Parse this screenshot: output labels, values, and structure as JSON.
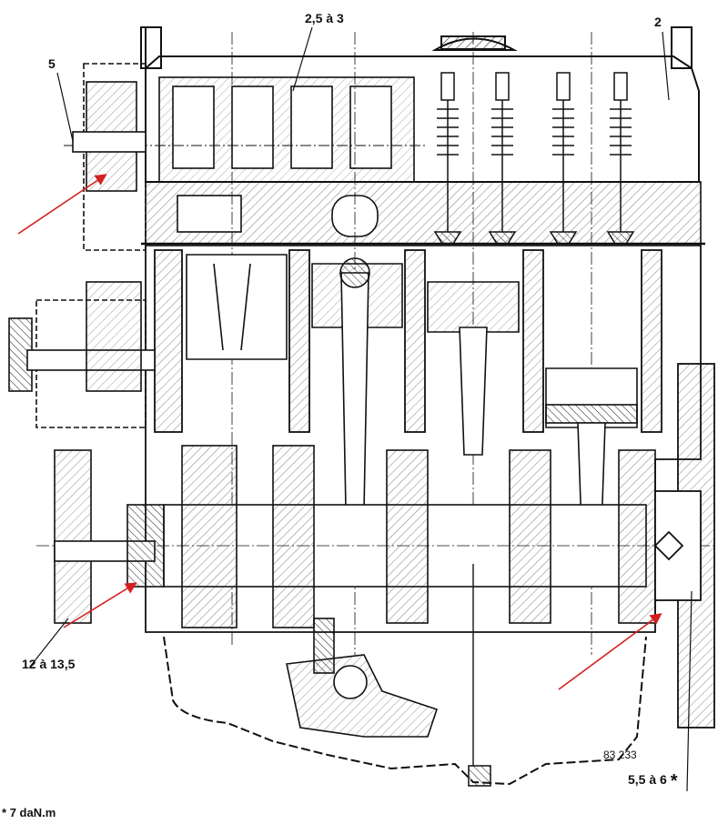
{
  "callouts": {
    "ref_5": "5",
    "ref_2": "2",
    "torque_top": "2,5 à 3",
    "torque_left": "12 à 13,5",
    "torque_right": "5,5 à 6",
    "torque_right_mark": "*"
  },
  "figure_number": "83 233",
  "footnote": {
    "mark": "*",
    "text": "7 daN.m"
  },
  "colors": {
    "ink": "#111111",
    "arrow": "#d42020",
    "paper": "#ffffff"
  }
}
